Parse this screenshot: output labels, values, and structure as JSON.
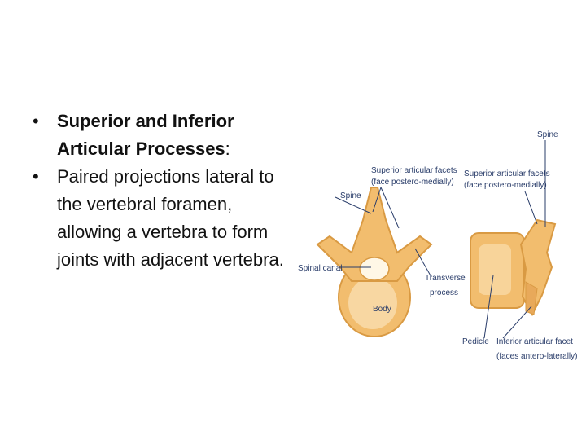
{
  "bullets": [
    {
      "heading": "Superior and Inferior Articular Processes",
      "suffix": ":"
    },
    {
      "text": "Paired projections lateral to the vertebral foramen, allowing a vertebra to form joints with adjacent vertebra."
    }
  ],
  "bullet_glyph": "•",
  "figure_labels": {
    "spine_right": "Spine",
    "sup_facets_left_1": "Superior articular facets",
    "sup_facets_left_2": "(face postero-medially)",
    "sup_facets_right_1": "Superior articular facets",
    "sup_facets_right_2": "(face postero-medially)",
    "spine_left": "Spine",
    "spinal_canal": "Spinal canal",
    "transverse_1": "Transverse",
    "transverse_2": "process",
    "body": "Body",
    "pedicle": "Pedicle",
    "inf_facet_1": "Inferior articular facet",
    "inf_facet_2": "(faces antero-laterally)"
  },
  "colors": {
    "bone": "#f2bd6e",
    "bone_dark": "#d99a43",
    "bone_light": "#fbe3b8",
    "label": "#2a3d6a"
  }
}
